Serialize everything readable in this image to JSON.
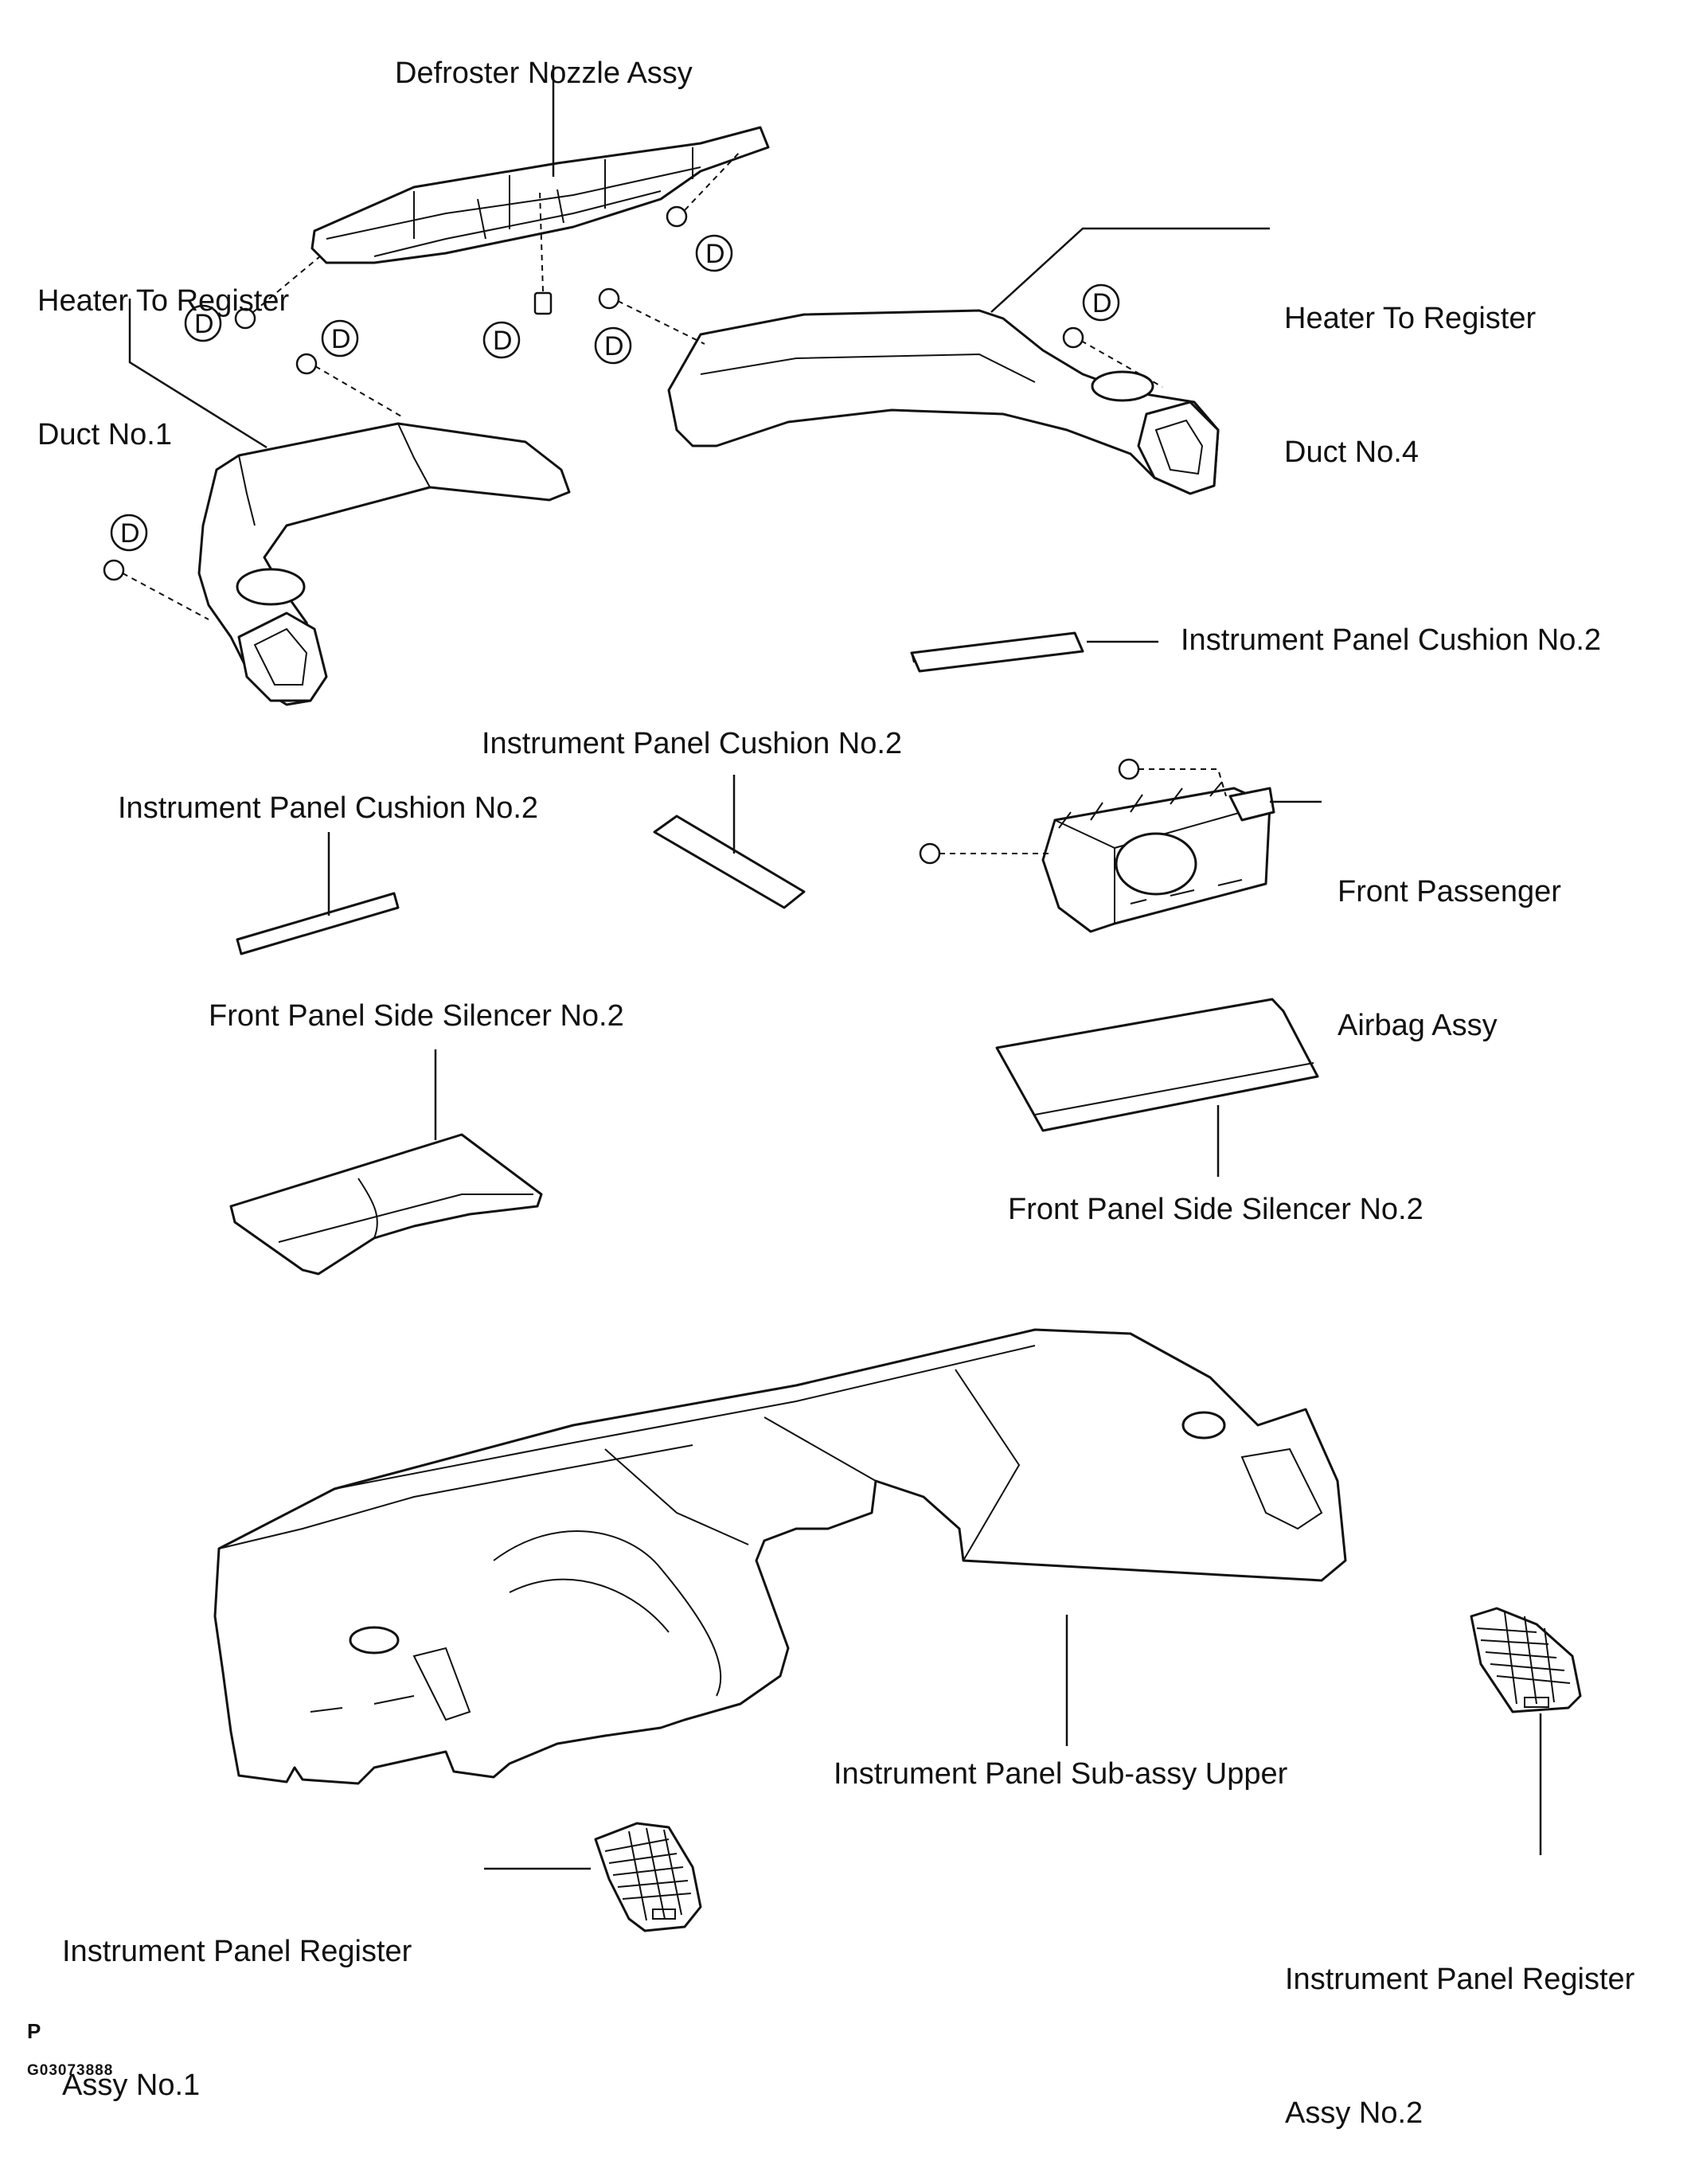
{
  "labels": {
    "defroster": "Defroster Nozzle Assy",
    "duct1_l1": "Heater To Register",
    "duct1_l2": "Duct No.1",
    "duct4_l1": "Heater To Register",
    "duct4_l2": "Duct No.4",
    "cushion_right": "Instrument Panel Cushion No.2",
    "cushion_mid": "Instrument Panel Cushion No.2",
    "cushion_left": "Instrument Panel Cushion No.2",
    "airbag_l1": "Front Passenger",
    "airbag_l2": "Airbag Assy",
    "silencer_left": "Front Panel Side Silencer No.2",
    "silencer_right": "Front Panel Side Silencer No.2",
    "panel_upper": "Instrument Panel Sub-assy Upper",
    "register1_l1": "Instrument Panel Register",
    "register1_l2": "Assy No.1",
    "register2_l1": "Instrument Panel Register",
    "register2_l2": "Assy No.2"
  },
  "fastener_mark": "D",
  "footer": {
    "code": "P",
    "figure_id": "G03073888"
  }
}
